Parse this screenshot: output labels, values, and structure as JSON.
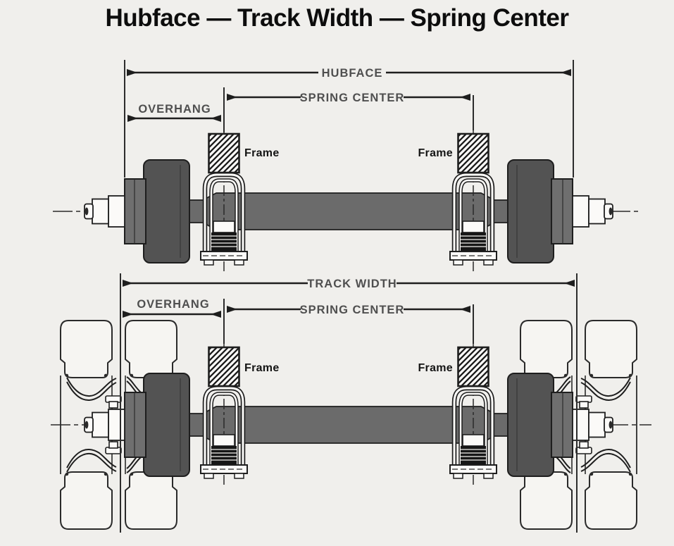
{
  "title": "Hubface — Track Width — Spring Center",
  "colors": {
    "background": "#f0efec",
    "ink": "#1e1e1e",
    "dim_label": "#4f4f4f",
    "axle": "#6b6b6b",
    "drum": "#535353",
    "flange": "#6f6f6f",
    "white_part": "#fbfaf8",
    "tire": "#f6f5f2",
    "spring": "#161616"
  },
  "upper_view": {
    "dim_hubface": "HUBFACE",
    "dim_spring_center": "SPRING CENTER",
    "dim_overhang": "OVERHANG",
    "frame_label_left": "Frame",
    "frame_label_right": "Frame"
  },
  "lower_view": {
    "dim_track_width": "TRACK WIDTH",
    "dim_spring_center": "SPRING CENTER",
    "dim_overhang": "OVERHANG",
    "frame_label_left": "Frame",
    "frame_label_right": "Frame"
  }
}
